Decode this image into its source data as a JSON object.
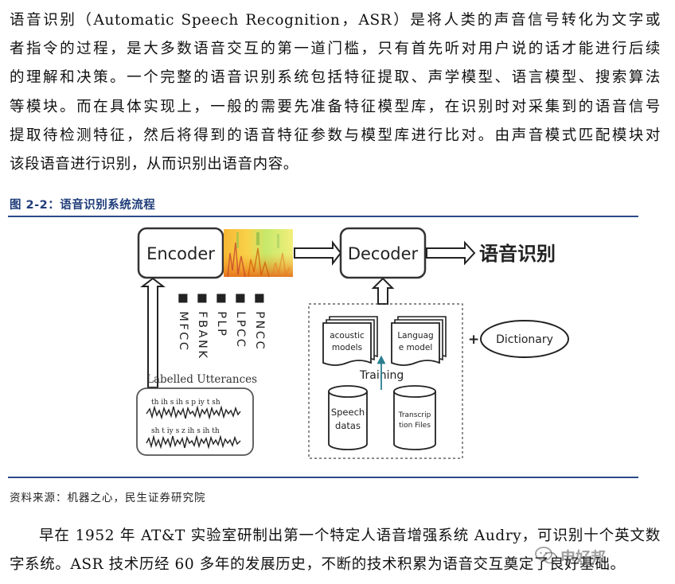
{
  "intro_paragraph": {
    "lines": [
      "语音识别（Automatic Speech Recognition，ASR）是将人类的声音信号转化为文字或",
      "者指令的过程，是大多数语音交互的第一道门槛，只有首先听对用户说的话才能进行后续",
      "的理解和决策。一个完整的语音识别系统包括特征提取、声学模型、语言模型、搜索算法",
      "等模块。而在具体实现上，一般的需要先准备特征模型库，在识别时对采集到的语音信号",
      "提取待检测特征，然后将得到的语音特征参数与模型库进行比对。由声音模式匹配模块对",
      "该段语音进行识别，从而识别出语音内容。"
    ]
  },
  "figure": {
    "caption": "图 2-2：语音识别系统流程",
    "encoder_label": "Encoder",
    "decoder_label": "Decoder",
    "output_label": "语音识别",
    "features": [
      "■ MFCC",
      "■ FBANK",
      "■ PLP",
      "■ LPCC",
      "■ PNCC"
    ],
    "labelled_utterances_title": "Labelled Utterances",
    "utterance_line_1": "th ih s ih s p iy t sh",
    "utterance_line_2": "sh t iy s z ih s ih th",
    "acoustic_models_line1": "acoustic",
    "acoustic_models_line2": "models",
    "language_model_line1": "Languag",
    "language_model_line2": "e model",
    "training_label": "Training",
    "speech_datas_line1": "Speech",
    "speech_datas_line2": "datas",
    "transcription_line1": "Transcrip",
    "transcription_line2": "tion Files",
    "plus_sign": "+",
    "dictionary_label": "Dictionary"
  },
  "source_note": "资料来源：机器之心，民生证券研究院",
  "closing_paragraph": {
    "lines": [
      "早在 1952 年 AT&T 实验室研制出第一个特定人语音增强系统 Audry，可识别十个英文数",
      "字系统。ASR 技术历经 60 多年的发展历史，不断的技术积累为语音交互奠定了良好基础。"
    ]
  },
  "watermark_text": "申好邦",
  "colors": {
    "caption_blue": "#1f3d7a",
    "rule_blue": "#2b4a8a",
    "training_arrow": "#2a7f8f"
  }
}
